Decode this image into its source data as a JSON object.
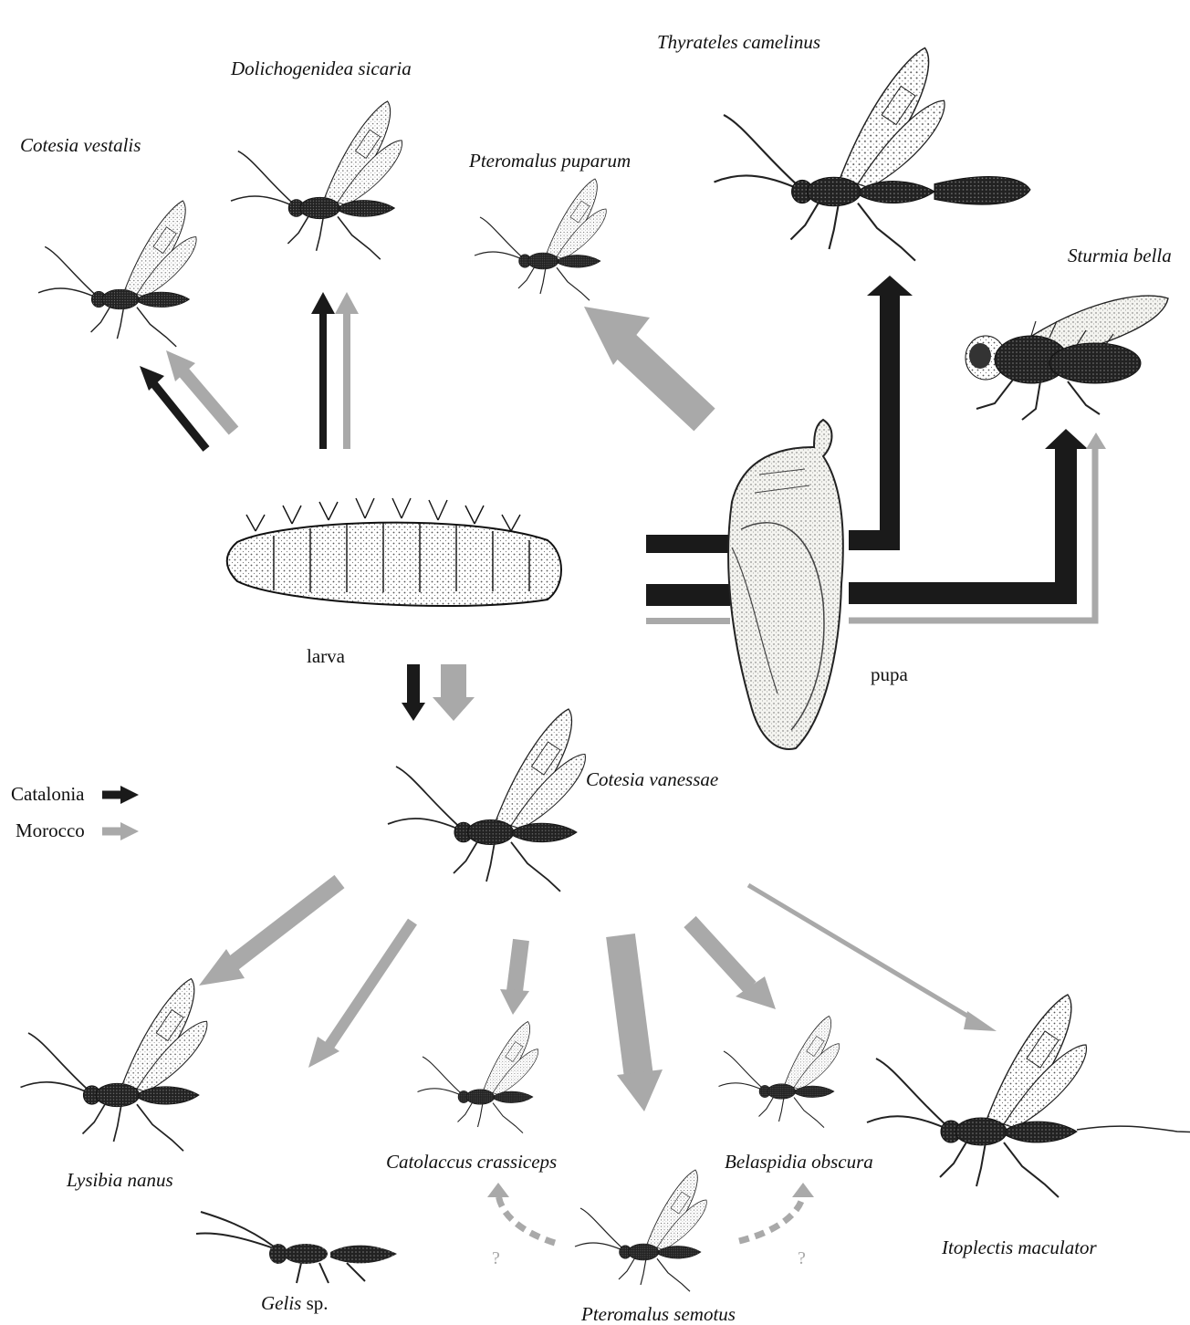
{
  "colors": {
    "catalonia": "#1a1a1a",
    "morocco": "#a9a9a9",
    "background": "#ffffff"
  },
  "species": {
    "thyrateles": "Thyrateles camelinus",
    "dolichogenidea": "Dolichogenidea sicaria",
    "cotesia_vestalis": "Cotesia vestalis",
    "pteromalus_puparum": "Pteromalus puparum",
    "sturmia": "Sturmia bella",
    "cotesia_vanessae": "Cotesia vanessae",
    "lysibia": "Lysibia nanus",
    "catolaccus": "Catolaccus crassiceps",
    "belaspidia": "Belaspidia obscura",
    "itoplectis": "Itoplectis maculator",
    "gelis_genus": "Gelis",
    "gelis_suffix": " sp.",
    "pteromalus_semotus": "Pteromalus semotus"
  },
  "stages": {
    "larva": "larva",
    "pupa": "pupa"
  },
  "legend": {
    "catalonia": "Catalonia",
    "morocco": "Morocco"
  },
  "unknown_mark": "?",
  "icons": [
    "wasp-icon",
    "fly-icon",
    "caterpillar-icon",
    "chrysalis-icon",
    "arrow-icon"
  ]
}
